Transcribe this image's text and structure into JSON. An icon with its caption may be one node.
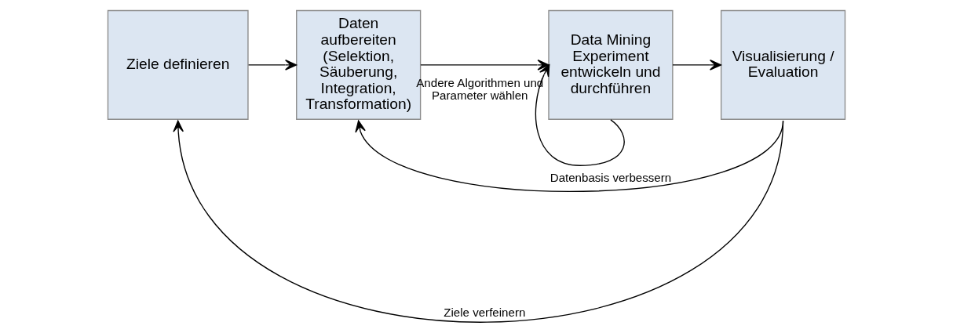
{
  "diagram": {
    "nodes": [
      {
        "text": [
          "Ziele definieren"
        ]
      },
      {
        "text": [
          "Daten aufbereiten (Selektion, Säuberung, Integration, Transformation)"
        ]
      },
      {
        "text": [
          "Data Mining Experiment entwickeln und durchführen"
        ]
      },
      {
        "text": [
          "Visualisierung / Evaluation"
        ]
      }
    ],
    "edges": [
      {
        "from": 0,
        "to": 1,
        "arrow": "to"
      },
      {
        "from": 1,
        "to": 2,
        "arrow": "to"
      },
      {
        "from": 2,
        "to": 3,
        "arrow": "to"
      },
      {
        "from": 2,
        "to": 2,
        "arrow": "to",
        "label": "Andere Algorithmen und Parameter wählen"
      },
      {
        "from": 3,
        "to": 1,
        "arrow": "to",
        "label": "Datenbasis verbessern"
      },
      {
        "from": 3,
        "to": 0,
        "arrow": "to",
        "label": "Ziele verfeinern"
      }
    ]
  }
}
